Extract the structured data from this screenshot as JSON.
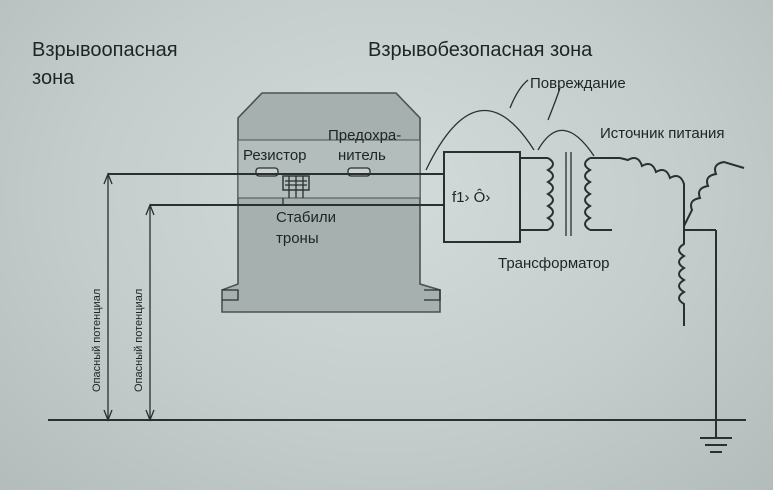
{
  "zones": {
    "hazardous": "Взрывоопасная\nзона",
    "safe": "Взрывобезопасная зона"
  },
  "labels": {
    "damage": "Повреждание",
    "power_source": "Источник питания",
    "fuse_line1": "Предохра-",
    "fuse_line2": "нитель",
    "resistor": "Резистор",
    "zener_line1": "Стабили",
    "zener_line2": "троны",
    "fault_box": "f1› Ô›",
    "transformer": "Трансформатор",
    "potential_1": "Опасный потенциал",
    "potential_2": "Опасный потенциал"
  },
  "colors": {
    "background": "#c6cfce",
    "barrier_body": "#a6b0af",
    "ink": "#2a2f2f"
  }
}
